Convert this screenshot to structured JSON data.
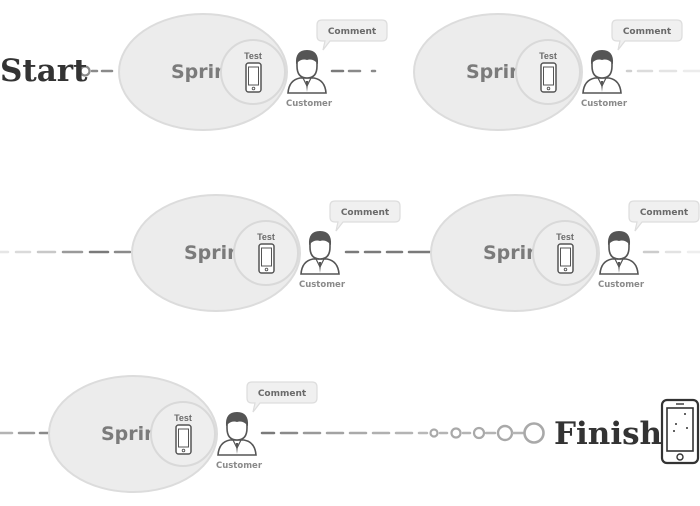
{
  "flow": {
    "start_label": "Start",
    "finish_label": "Finish"
  },
  "sprints": [
    {
      "label": "Sprint",
      "test_label": "Test",
      "customer_label": "Customer",
      "comment_label": "Comment"
    },
    {
      "label": "Sprint",
      "test_label": "Test",
      "customer_label": "Customer",
      "comment_label": "Comment"
    },
    {
      "label": "Sprint",
      "test_label": "Test",
      "customer_label": "Customer",
      "comment_label": "Comment"
    },
    {
      "label": "Sprint",
      "test_label": "Test",
      "customer_label": "Customer",
      "comment_label": "Comment"
    },
    {
      "label": "Sprint",
      "test_label": "Test",
      "customer_label": "Customer",
      "comment_label": "Comment"
    }
  ],
  "icons": {
    "customer": "customer-icon",
    "test_device": "smartphone-icon",
    "comment": "speech-bubble-icon",
    "final_device": "tablet-icon"
  },
  "colors": {
    "ellipse_fill": "#ececec",
    "ellipse_stroke": "#dcdcdc",
    "connector": "#8a8a8a",
    "label_text": "#333333"
  }
}
